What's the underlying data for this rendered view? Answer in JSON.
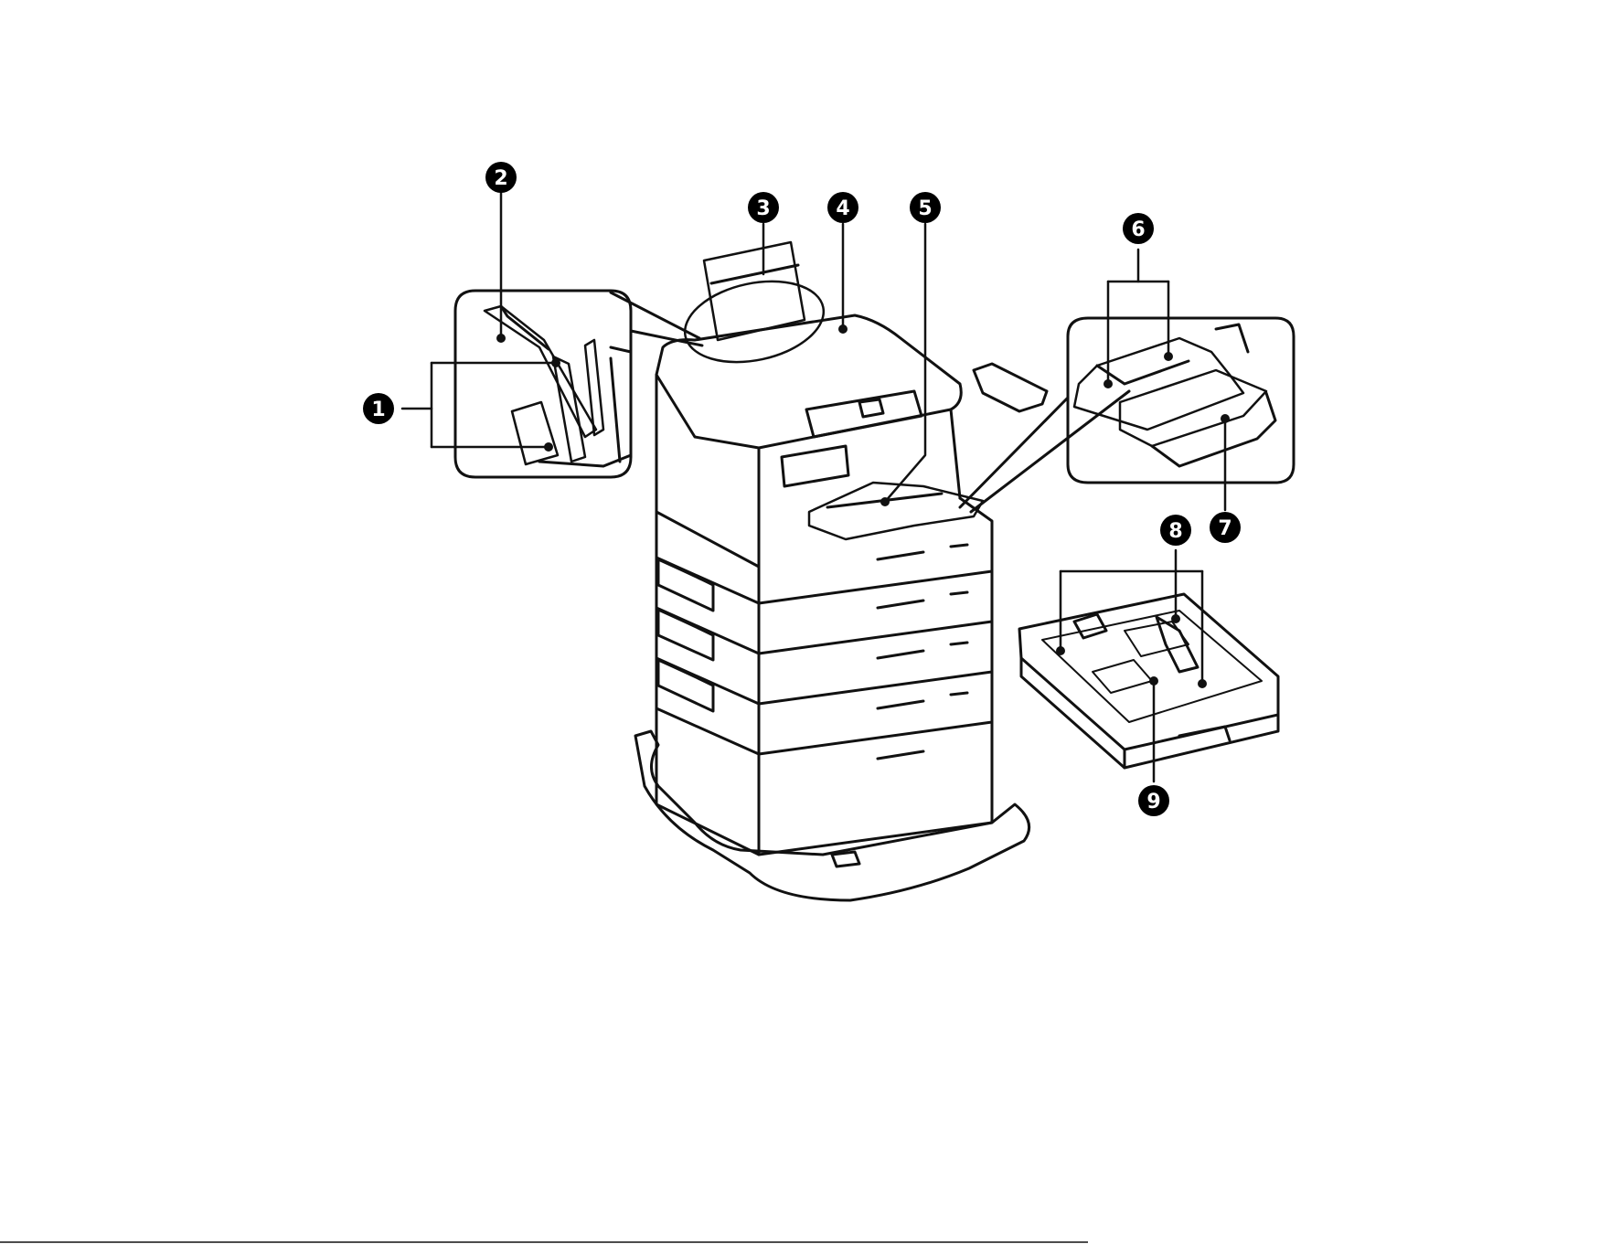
{
  "callouts": [
    {
      "id": 1,
      "label": "1"
    },
    {
      "id": 2,
      "label": "2"
    },
    {
      "id": 3,
      "label": "3"
    },
    {
      "id": 4,
      "label": "4"
    },
    {
      "id": 5,
      "label": "5"
    },
    {
      "id": 6,
      "label": "6"
    },
    {
      "id": 7,
      "label": "7"
    },
    {
      "id": 8,
      "label": "8"
    },
    {
      "id": 9,
      "label": "9"
    }
  ],
  "colors": {
    "line": "#111111",
    "callout_fill": "#000000",
    "callout_text": "#ffffff",
    "background": "#ffffff"
  },
  "icons": {
    "printer": "printer-illustration",
    "paper_cassette": "paper-cassette-illustration"
  }
}
